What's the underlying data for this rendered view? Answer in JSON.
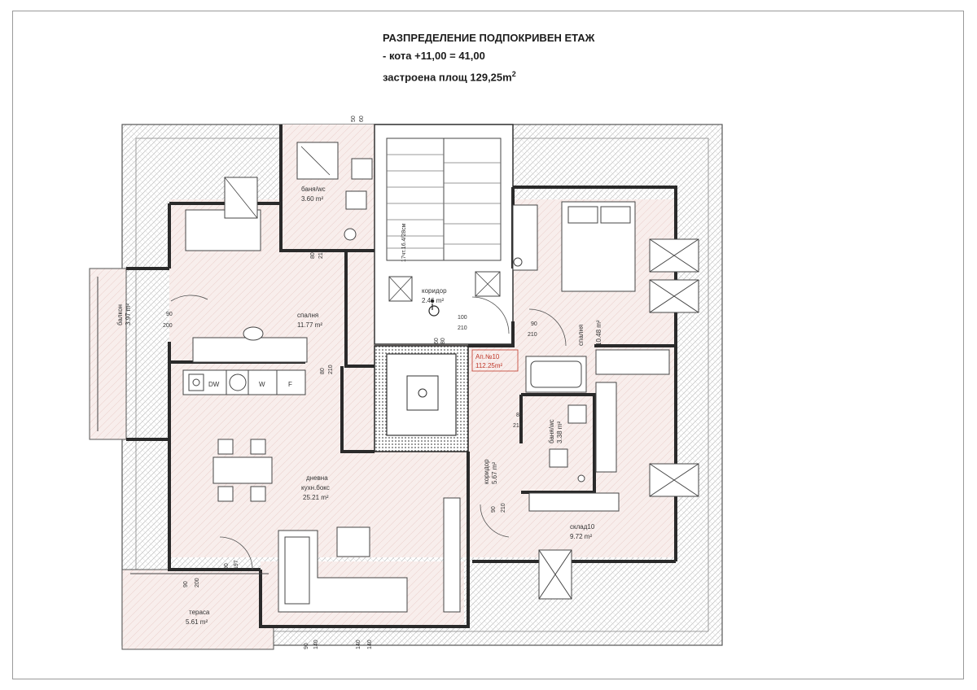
{
  "title": {
    "line1": "РАЗПРЕДЕЛЕНИЕ ПОДПОКРИВЕН  ЕТАЖ",
    "line2": "- кота +11,00 = 41,00",
    "line3": "застроена площ 129,25m",
    "line3_sup": "2"
  },
  "rooms": {
    "bathroom1": {
      "name": "баня/wc",
      "area": "3.60 m²"
    },
    "bedroom1": {
      "name": "спалня",
      "area": "11.77 m²"
    },
    "balcony": {
      "name": "балкон",
      "area": "3.97 m²"
    },
    "corridor1": {
      "name": "коридор",
      "area": "2.46 m²"
    },
    "apartment": {
      "name": "Ап.№10",
      "area": "112.25m²"
    },
    "bedroom2": {
      "name": "спалня",
      "area": "10.48 m²"
    },
    "bathroom2": {
      "name": "баня/wc",
      "area": "3.38 m²"
    },
    "corridor2": {
      "name": "коридор",
      "area": "5.67 m²"
    },
    "living": {
      "name": "дневна",
      "name2": "кухн.бокс",
      "area": "25.21 m²"
    },
    "storage": {
      "name": "склад10",
      "area": "9.72 m²"
    },
    "terrace": {
      "name": "тераса",
      "area": "5.61 m²"
    }
  },
  "stair_label": "17чт.16.4/28см",
  "appliances": {
    "dw": "DW",
    "w": "W",
    "f": "F"
  },
  "dimensions": {
    "d_top_a": "50",
    "d_top_b": "60",
    "d_bath1_a": "80",
    "d_bath1_b": "210",
    "d_balcony_a": "90",
    "d_balcony_b": "200",
    "d_bed1_a": "80",
    "d_bed1_b": "210",
    "d_corr_a": "100",
    "d_corr_b": "210",
    "d_corr_c": "60",
    "d_corr_d": "80",
    "d_bed2_a": "90",
    "d_bed2_b": "210",
    "d_bath2_a": "80",
    "d_bath2_b": "210",
    "d_corr2_a": "90",
    "d_corr2_b": "210",
    "d_terr_a": "90",
    "d_terr_b": "197",
    "d_terr_c": "90",
    "d_terr_d": "200",
    "d_bot_a": "90",
    "d_bot_b": "140",
    "d_bot_c": "140",
    "d_bot_d": "140"
  },
  "colors": {
    "hatch": "#b9b9b9",
    "wall": "#2a2a2a",
    "room_fill": "#f7ecea",
    "tag": "#c0392b"
  }
}
